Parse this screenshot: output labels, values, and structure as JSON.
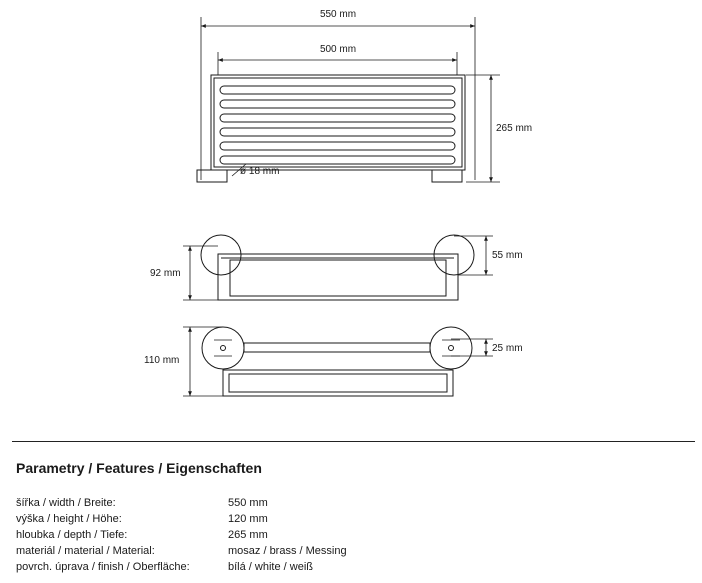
{
  "drawing": {
    "top_view": {
      "dim_width_outer": "550 mm",
      "dim_width_inner": "500 mm",
      "dim_depth": "265 mm",
      "dim_diameter": "ø 18 mm"
    },
    "side_view": {
      "dim_height_total": "92 mm",
      "dim_height_rail": "55 mm"
    },
    "front_view": {
      "dim_height_total": "110 mm",
      "dim_mount": "25 mm"
    }
  },
  "specs": {
    "title": "Parametry / Features / Eigenschaften",
    "rows": [
      {
        "label": "šířka / width / Breite:",
        "value": "550 mm"
      },
      {
        "label": "výška / height / Höhe:",
        "value": "120 mm"
      },
      {
        "label": "hloubka / depth / Tiefe:",
        "value": "265 mm"
      },
      {
        "label": "materiál / material / Material:",
        "value": "mosaz / brass / Messing"
      },
      {
        "label": "povrch. úprava / finish / Oberfläche:",
        "value": "bílá / white / weiß"
      }
    ]
  }
}
